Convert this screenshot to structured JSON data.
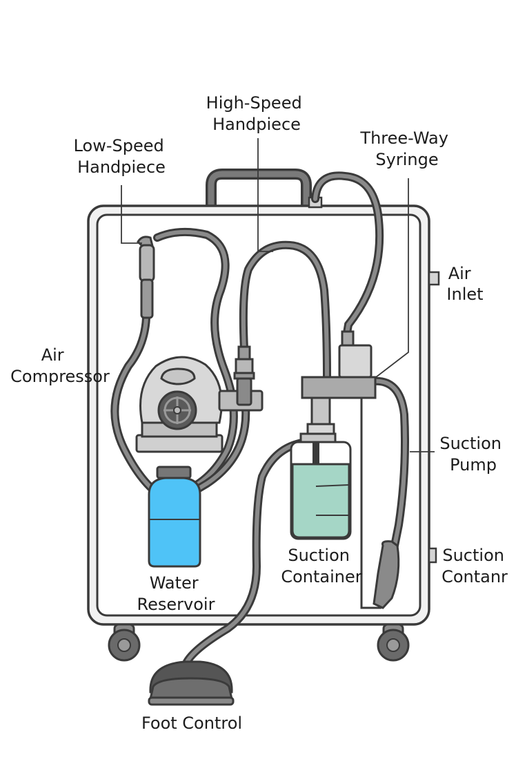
{
  "labels": {
    "high_speed_handpiece": [
      "High-Speed",
      "Handpiece"
    ],
    "low_speed_handpiece": [
      "Low-Speed",
      "Handpiece"
    ],
    "three_way_syringe": [
      "Three-Way",
      "Syringe"
    ],
    "air_inlet": [
      "Air",
      "Inlet"
    ],
    "air_compressor": [
      "Air",
      "Compressor"
    ],
    "suction_pump": [
      "Suction",
      "Pump"
    ],
    "suction_container_right": [
      "Suction",
      "Contanr"
    ],
    "suction_container_center": [
      "Suction",
      "Container"
    ],
    "water_reservoir": [
      "Water",
      "Reservoir"
    ],
    "foot_control": "Foot Control"
  },
  "colors": {
    "outline": "#3a3a3a",
    "cabinet_fill": "#f4f4f4",
    "tube": "#6e6e6e",
    "tube_highlight": "#9a9a9a",
    "water": "#4fc3f7",
    "suction_liquid": "#a5d6c6",
    "metal": "#c8c8c8",
    "dark_metal": "#777777"
  }
}
